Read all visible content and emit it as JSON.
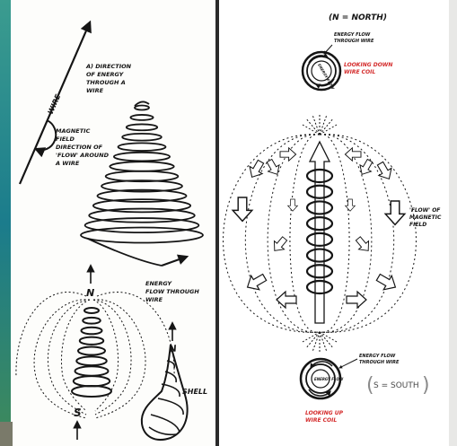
{
  "left_panel": {
    "wire_label": "WIRE",
    "direction_label": [
      "A) DIRECTION",
      "OF ENERGY",
      "THROUGH A",
      "WIRE"
    ],
    "magnetic_field_label": [
      "MAGNETIC",
      "FIELD",
      "DIRECTION OF",
      "'FLOW' AROUND",
      "A WIRE"
    ],
    "energy_flow_label": [
      "ENERGY",
      "FLOW THROUGH",
      "WIRE"
    ],
    "north_label": "N",
    "south_label": "S",
    "shell_north_label": "N",
    "shell_label": "SHELL"
  },
  "right_panel": {
    "north_header": "(N = NORTH)",
    "top_energy_label": [
      "ENERGY FLOW",
      "THROUGH WIRE"
    ],
    "top_coil_inner": "ENERGY FLOW",
    "looking_down_label": [
      "LOOKING DOWN",
      "WIRE COIL"
    ],
    "flow_field_label": [
      "'FLOW' OF",
      "MAGNETIC",
      "FIELD"
    ],
    "bottom_energy_label": [
      "ENERGY FLOW",
      "THROUGH WIRE"
    ],
    "bottom_coil_inner": "ENERGY FLOW",
    "south_label": "S = SOUTH",
    "looking_up_label": [
      "LOOKING UP",
      "WIRE COIL"
    ]
  },
  "colors": {
    "ink": "#151515",
    "red_ink": "#d42a2a",
    "background": "#ffffff",
    "divider": "#2a2a2a",
    "left_edge": "#1e8a8a"
  }
}
